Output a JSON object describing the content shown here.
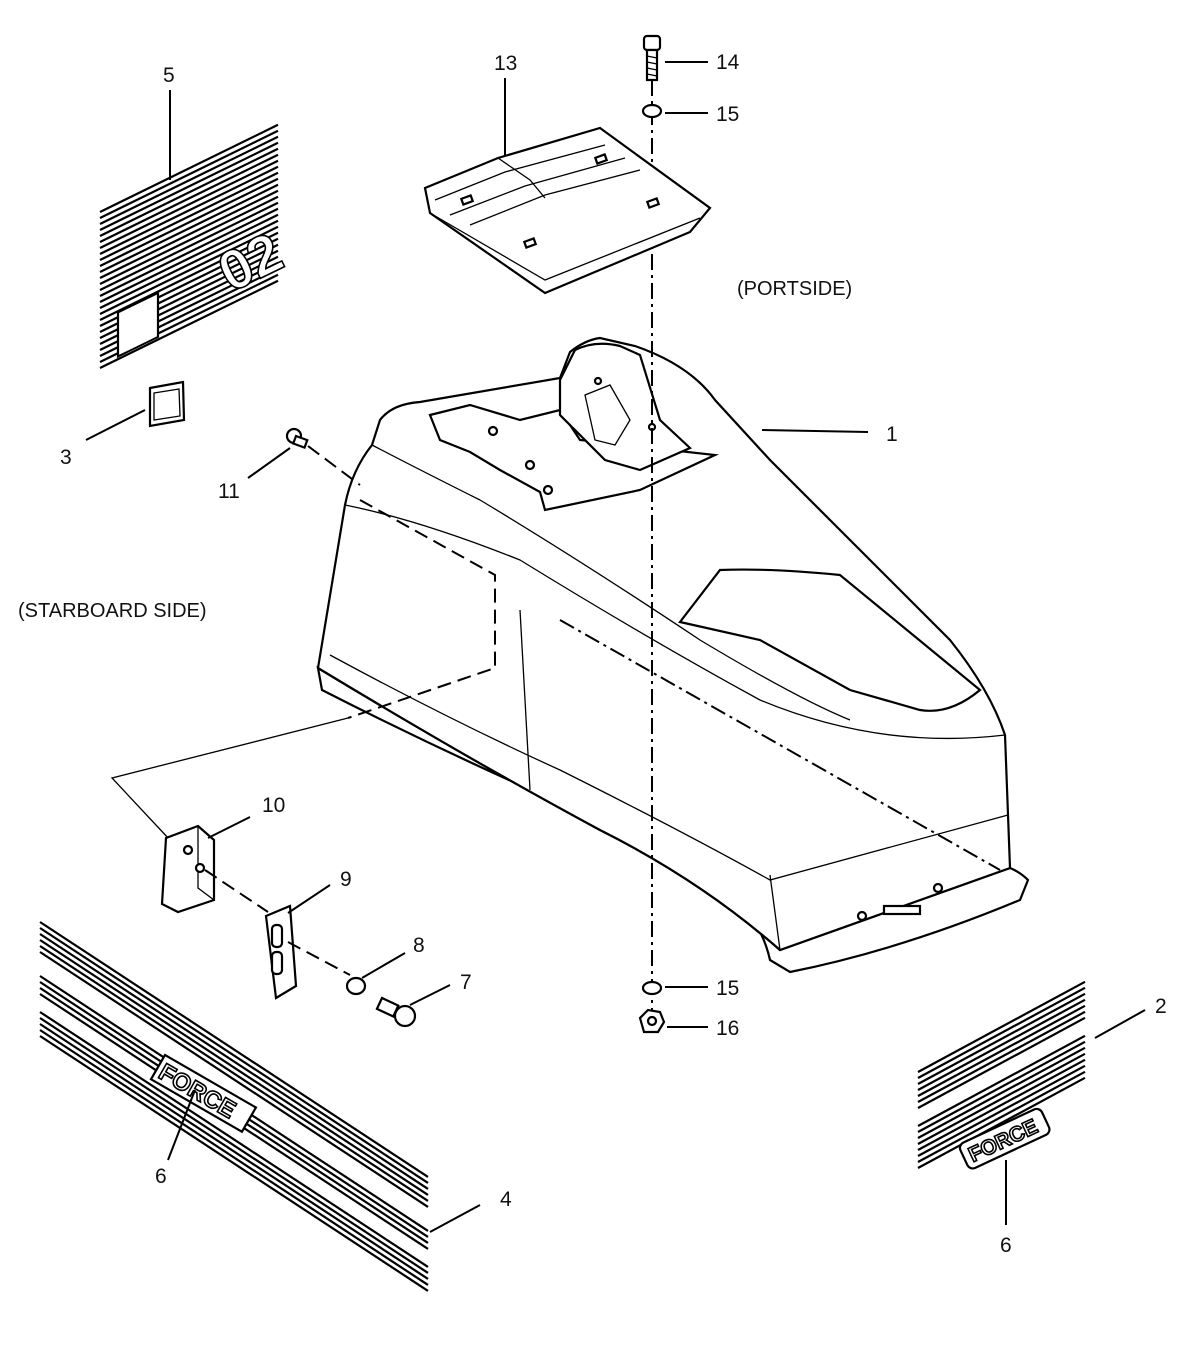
{
  "side_labels": {
    "portside": "(PORTSIDE)",
    "starboard": "(STARBOARD SIDE)"
  },
  "callouts": {
    "c1": "1",
    "c2": "2",
    "c3": "3",
    "c4": "4",
    "c5": "5",
    "c6a": "6",
    "c6b": "6",
    "c7": "7",
    "c8": "8",
    "c9": "9",
    "c10": "10",
    "c11": "11",
    "c13": "13",
    "c14": "14",
    "c15a": "15",
    "c15b": "15",
    "c16": "16"
  },
  "decals": {
    "number_decal_text": "02",
    "brand_text_left": "FORCE",
    "brand_text_right": "FORCE"
  }
}
